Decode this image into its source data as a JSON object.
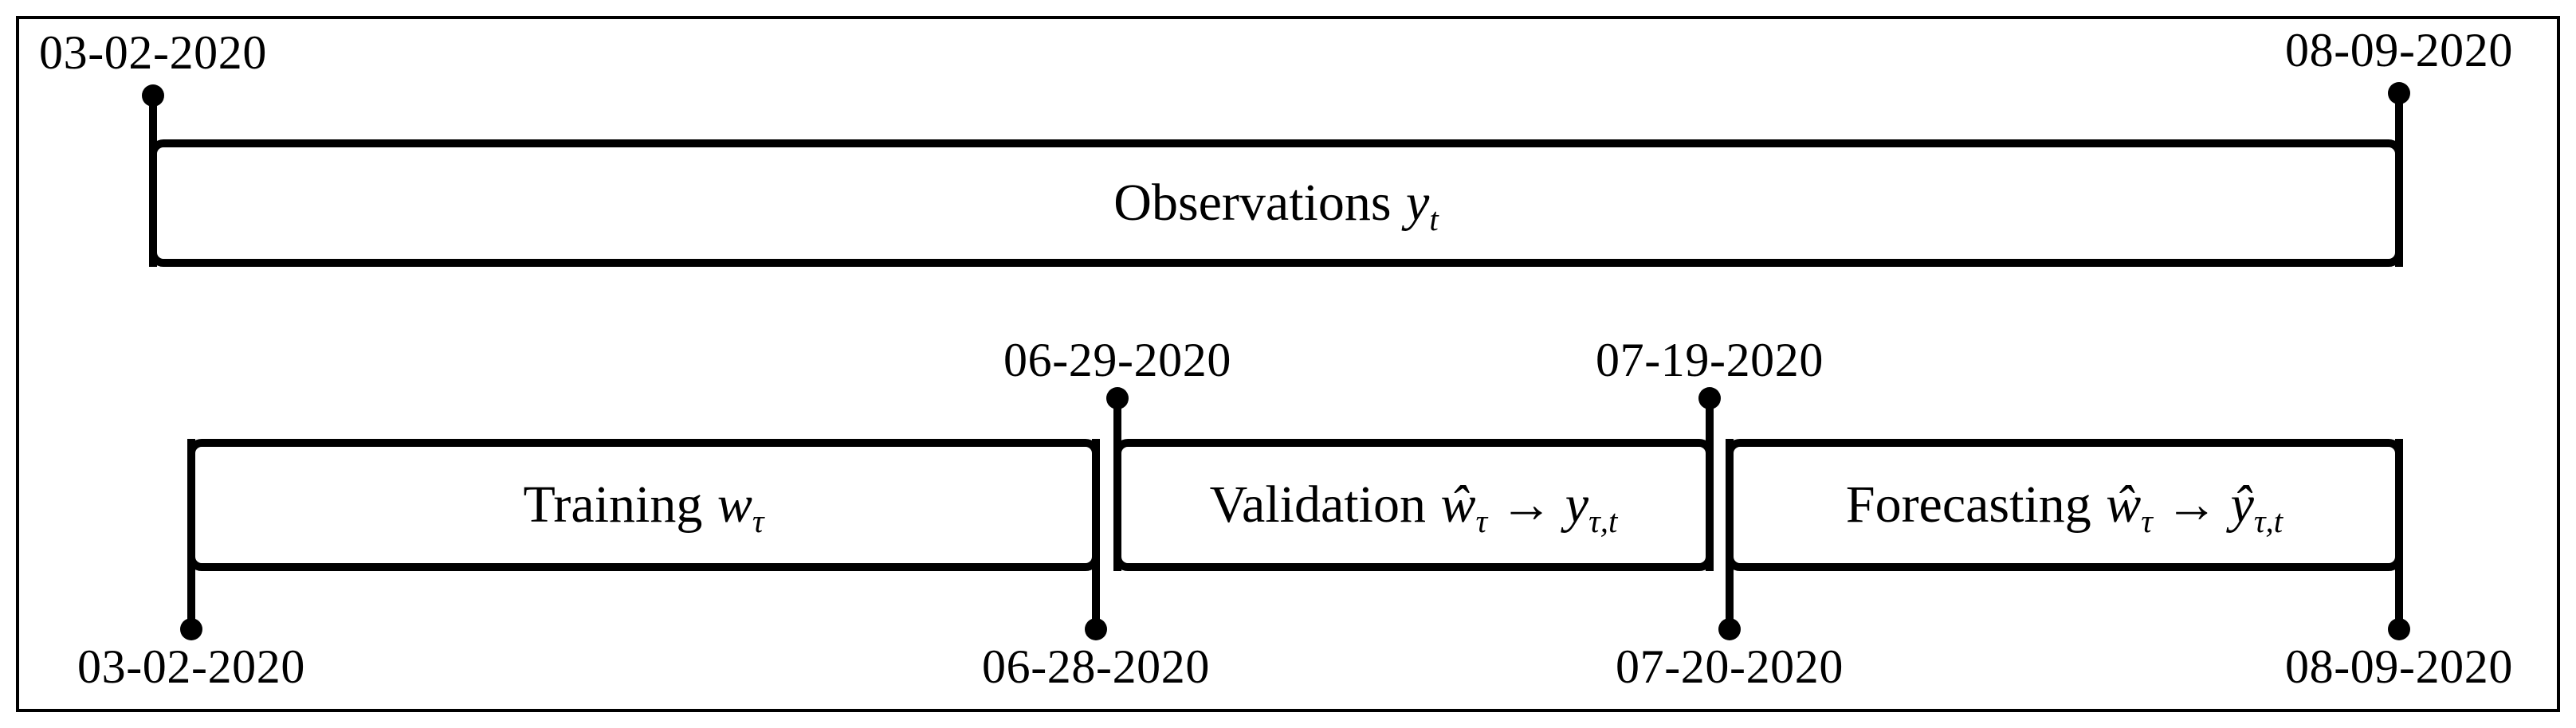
{
  "colors": {
    "ink": "#000000",
    "paper": "#ffffff"
  },
  "observations": {
    "label": "Observations",
    "var": "y",
    "sub": "t",
    "date_start": "03-02-2020",
    "date_end": "08-09-2020"
  },
  "training": {
    "label": "Training",
    "var": "w",
    "sub": "τ",
    "date_start": "03-02-2020",
    "date_end": "06-28-2020"
  },
  "validation": {
    "label": "Validation",
    "var": "ŵ",
    "sub": "τ",
    "arrow": "→",
    "var2": "y",
    "sub2": "τ,t",
    "date_start": "06-29-2020",
    "date_end": "07-19-2020"
  },
  "forecasting": {
    "label": "Forecasting",
    "var": "ŵ",
    "sub": "τ",
    "arrow": "→",
    "var2": "ŷ",
    "sub2": "τ,t",
    "date_start": "07-20-2020",
    "date_end": "08-09-2020"
  }
}
